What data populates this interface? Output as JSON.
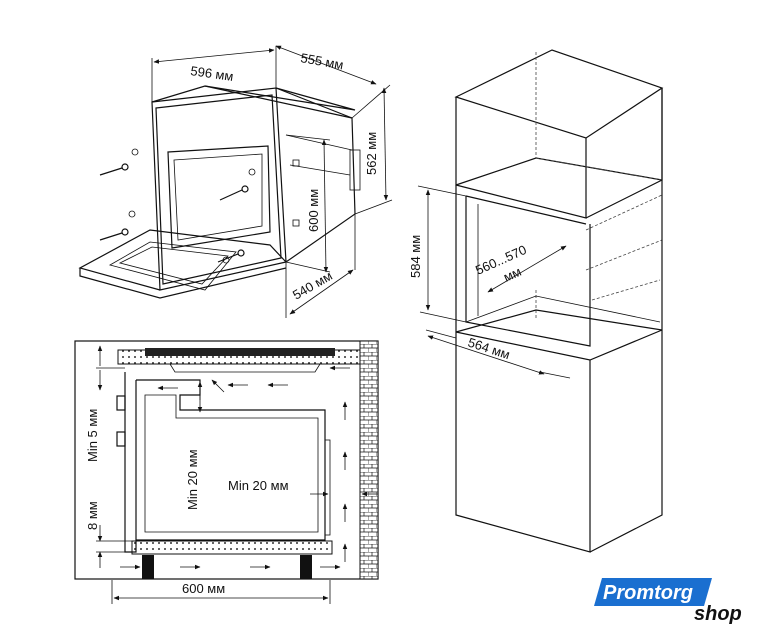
{
  "oven": {
    "width": "596 мм",
    "depth": "555 мм",
    "height_side": "562 мм",
    "height_front": "600 мм",
    "door_depth": "540 мм"
  },
  "cabinet": {
    "niche_height": "584 мм",
    "niche_depth": "560...570",
    "niche_depth_unit": "мм",
    "niche_width": "564 мм"
  },
  "section": {
    "min_top": "Min 5 мм",
    "gap_bottom": "8 мм",
    "min_back": "Min 20 мм",
    "min_side": "Min 20 мм",
    "width": "600 мм"
  },
  "logo": {
    "brand": "Promtorg",
    "suffix": "shop",
    "colors": {
      "brand_bg": "#1a6fd0",
      "brand_text": "#ffffff",
      "suffix_text": "#111111"
    }
  }
}
